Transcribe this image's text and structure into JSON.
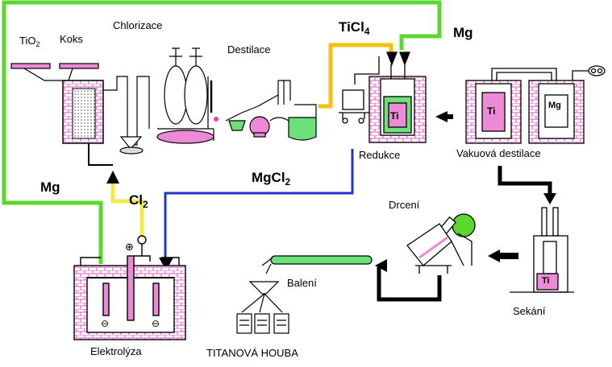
{
  "labels": {
    "tio2_main": "TiO",
    "tio2_sub": "2",
    "koks": "Koks",
    "chlorizace": "Chlorizace",
    "destilace": "Destilace",
    "ticl4_main": "TiCl",
    "ticl4_sub": "4",
    "mg_top": "Mg",
    "redukce": "Redukce",
    "vakuova_destilace": "Vakuová destilace",
    "mgcl2_main": "MgCl",
    "mgcl2_sub": "2",
    "mg_left": "Mg",
    "cl2_main": "Cl",
    "cl2_sub": "2",
    "drceni": "Drcení",
    "baleni": "Balení",
    "sekani": "Sekání",
    "elektrolyza": "Elektrolýza",
    "titanova_houba": "TITANOVÁ HOUBA",
    "ti_vessel_1": "Ti",
    "ti_vessel_2": "Ti",
    "mg_vessel": "Mg",
    "ti_block": "Ti",
    "plus_sign": "⊕",
    "minus_sign_1": "⊖",
    "minus_sign_2": "⊖"
  },
  "colors": {
    "mg_line": "#5ad82e",
    "ticl4_line": "#f2c20f",
    "cl2_line": "#f5e84a",
    "mgcl2_line": "#2330c8",
    "brick": "#ec8ad8",
    "liquid": "#6ee07a",
    "flow_arrow": "#000000"
  }
}
